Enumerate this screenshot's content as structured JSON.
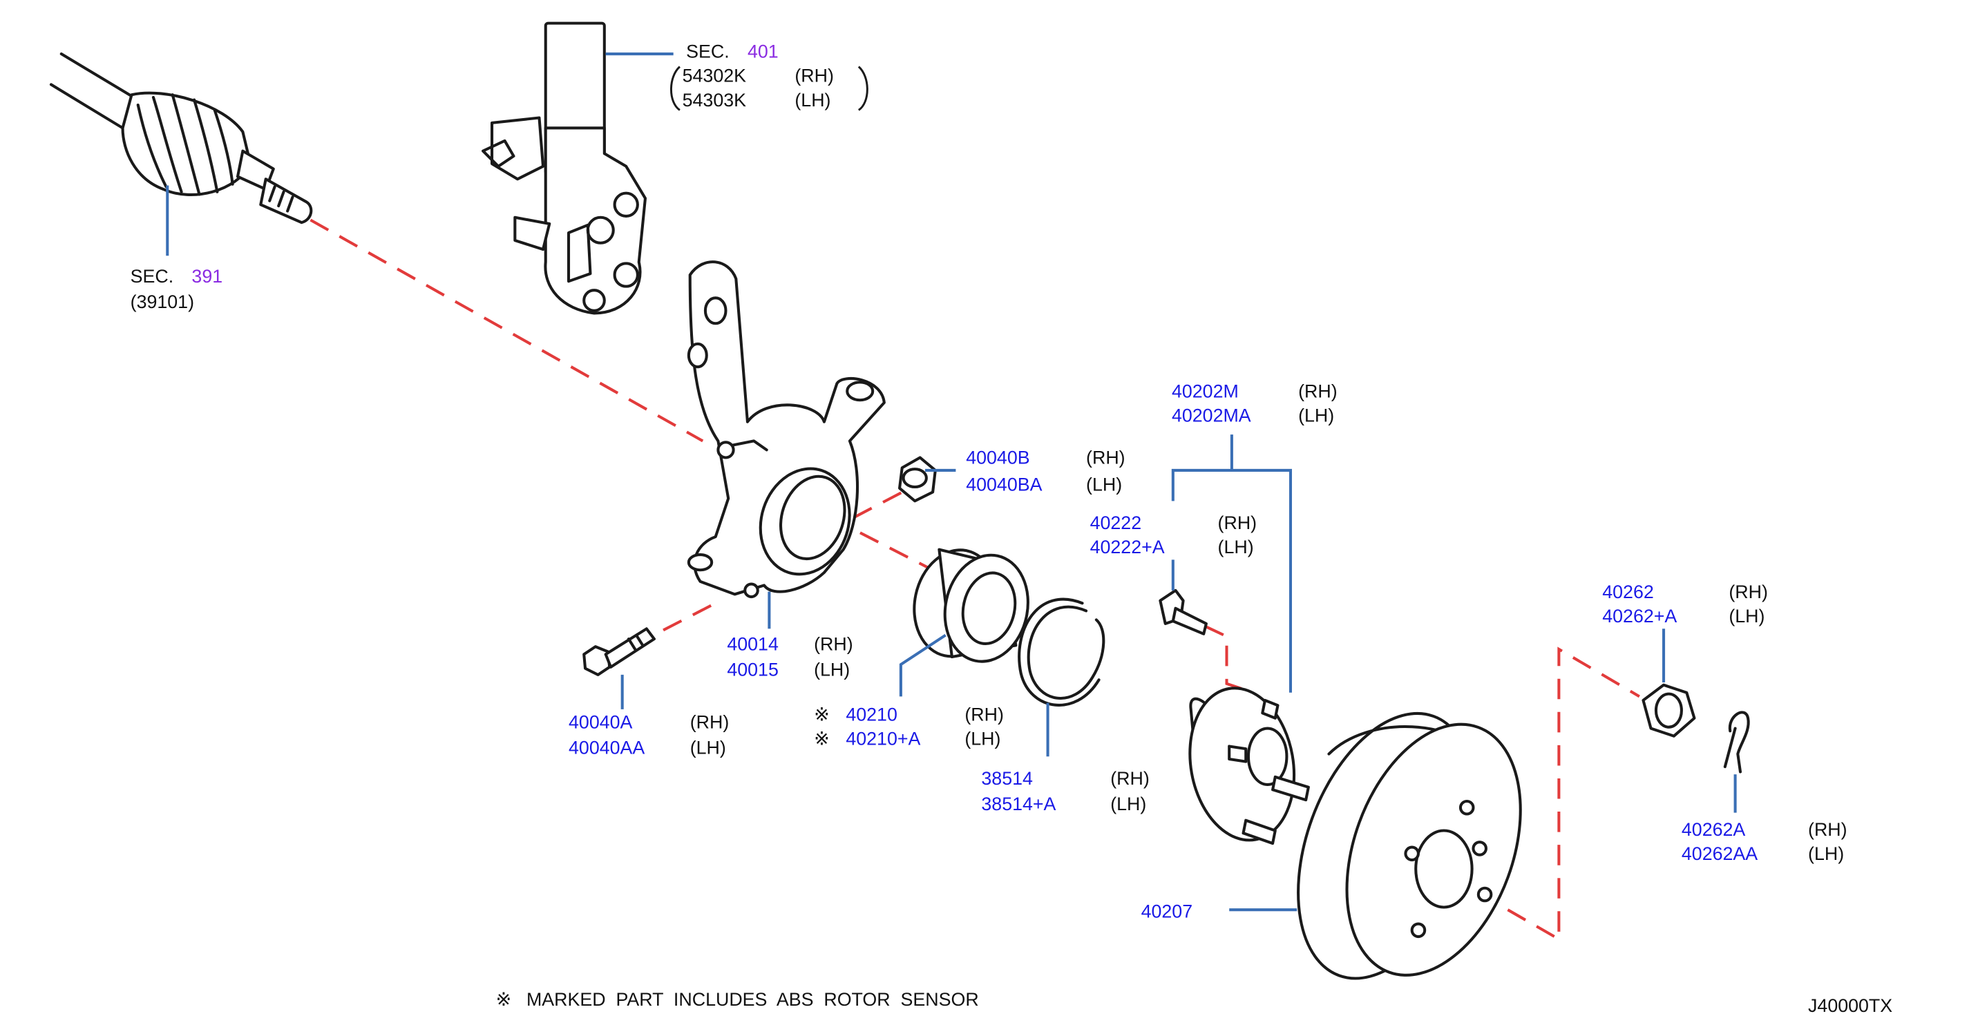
{
  "diagram_id": "J40000TX",
  "note": "MARKED  PART  INCLUDES  ABS  ROTOR  SENSOR",
  "note_symbol": "※",
  "colors": {
    "part_number": "#1a1ae6",
    "section_number": "#8a2be2",
    "leader": "#3a6fb5",
    "assembly_line": "#e23b3b",
    "text": "#111111"
  },
  "sec_401": {
    "prefix": "SEC.",
    "number": "401",
    "codes": [
      {
        "code": "54302K",
        "side": "(RH)"
      },
      {
        "code": "54303K",
        "side": "(LH)"
      }
    ]
  },
  "sec_391": {
    "prefix": "SEC.",
    "number": "391",
    "code": "(39101)"
  },
  "parts": {
    "knuckle": [
      {
        "code": "40014",
        "side": "(RH)"
      },
      {
        "code": "40015",
        "side": "(LH)"
      }
    ],
    "bolt": [
      {
        "code": "40040A",
        "side": "(RH)"
      },
      {
        "code": "40040AA",
        "side": "(LH)"
      }
    ],
    "nut_40040b": [
      {
        "code": "40040B",
        "side": "(RH)"
      },
      {
        "code": "40040BA",
        "side": "(LH)"
      }
    ],
    "bearing": [
      {
        "code": "40210",
        "side": "(RH)",
        "mark": "※"
      },
      {
        "code": "40210+A",
        "side": "(LH)",
        "mark": "※"
      }
    ],
    "snap_ring": [
      {
        "code": "38514",
        "side": "(RH)"
      },
      {
        "code": "38514+A",
        "side": "(LH)"
      }
    ],
    "hub": [
      {
        "code": "40202M",
        "side": "(RH)"
      },
      {
        "code": "40202MA",
        "side": "(LH)"
      }
    ],
    "hub_bolt": [
      {
        "code": "40222",
        "side": "(RH)"
      },
      {
        "code": "40222+A",
        "side": "(LH)"
      }
    ],
    "rotor": {
      "code": "40207"
    },
    "hub_nut": [
      {
        "code": "40262",
        "side": "(RH)"
      },
      {
        "code": "40262+A",
        "side": "(LH)"
      }
    ],
    "cotter_pin": [
      {
        "code": "40262A",
        "side": "(RH)"
      },
      {
        "code": "40262AA",
        "side": "(LH)"
      }
    ]
  }
}
